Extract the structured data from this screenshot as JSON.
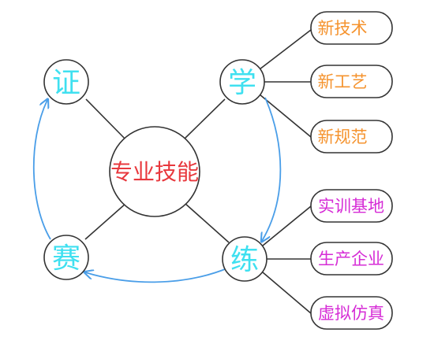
{
  "center": {
    "label": "专业技能"
  },
  "nodes": {
    "zheng": "证",
    "xue": "学",
    "sai": "赛",
    "lian": "练"
  },
  "xue_items": [
    "新技术",
    "新工艺",
    "新规范"
  ],
  "lian_items": [
    "实训基地",
    "生产企业",
    "虚拟仿真"
  ],
  "colors": {
    "center_text": "#e8383d",
    "node_text": "#3fe0f0",
    "xue_items_text": "#f5932e",
    "lian_items_text": "#d62cd6",
    "arrows": "#4a9ee8",
    "lines": "#333333"
  }
}
